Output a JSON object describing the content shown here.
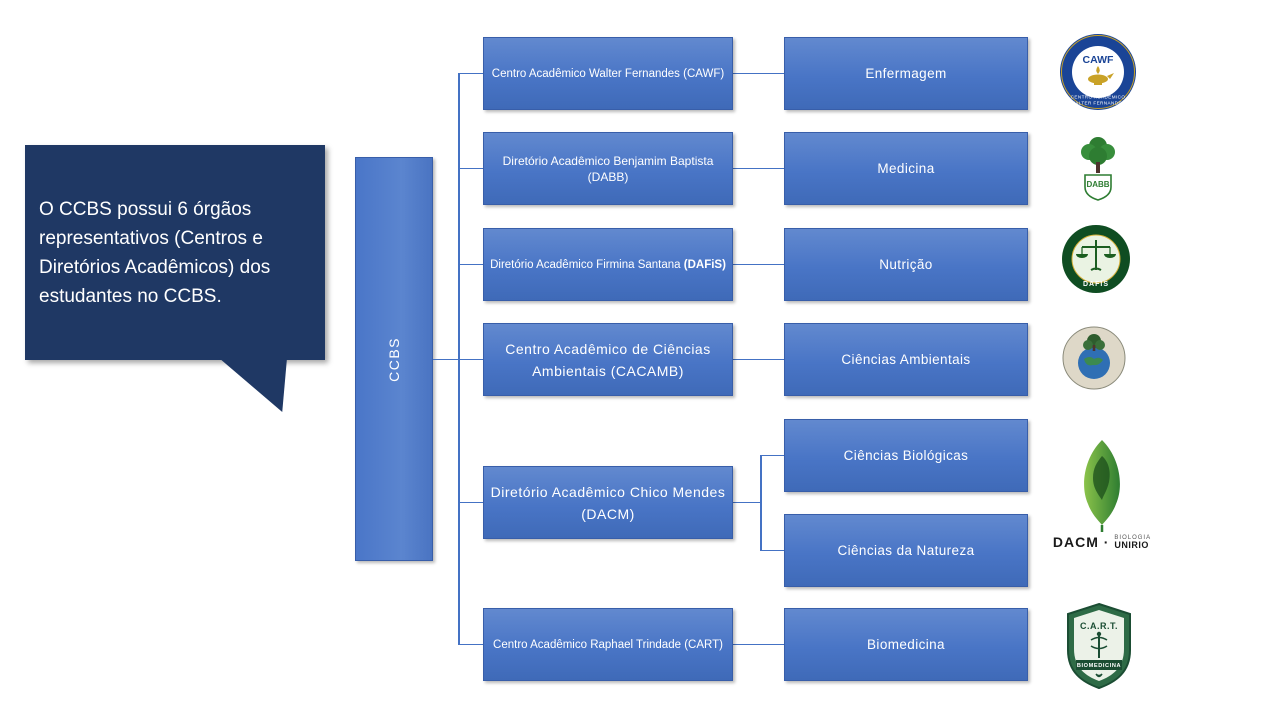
{
  "callout": {
    "text": "O CCBS possui 6 órgãos representativos (Centros e Diretórios Acadêmicos) dos estudantes no CCBS."
  },
  "root": {
    "label": "CCBS"
  },
  "units": [
    {
      "line1": "Centro Acadêmico Walter Fernandes (CAWF)",
      "line2": ""
    },
    {
      "line1": "Diretório Acadêmico Benjamim Baptista",
      "line2": "(DABB)"
    },
    {
      "prefix": "Diretório Acadêmico Firmina Santana ",
      "bold": "(DAFiS)"
    },
    {
      "line1": "Centro Acadêmico de Ciências",
      "line2": "Ambientais (CACAMB)"
    },
    {
      "line1": "Diretório Acadêmico Chico Mendes",
      "line2": "(DACM)"
    },
    {
      "line1": "Centro Acadêmico Raphael Trindade (CART)",
      "line2": ""
    }
  ],
  "courses": [
    {
      "label": "Enfermagem"
    },
    {
      "label": "Medicina"
    },
    {
      "label": "Nutrição"
    },
    {
      "label": "Ciências Ambientais"
    },
    {
      "label": "Ciências Biológicas"
    },
    {
      "label": "Ciências da Natureza"
    },
    {
      "label": "Biomedicina"
    }
  ],
  "logos": {
    "cawf": {
      "acronym": "CAWF",
      "caption_line1": "CENTRO ACADÊMICO",
      "caption_line2": "WALTER FERNANDES"
    },
    "dabb": {
      "acronym": "DABB"
    },
    "dafis": {
      "acronym": "DAFIS"
    },
    "dacm": {
      "acronym": "DACM ·",
      "caption_line1": "BIOLOGIA",
      "caption_line2": "UNIRIO"
    },
    "cart": {
      "acronym": "C.A.R.T.",
      "caption": "BIOMEDICINA"
    }
  },
  "colors": {
    "box_blue": "#4472c4",
    "callout_navy": "#1f3864",
    "line_blue": "#4472c4"
  }
}
